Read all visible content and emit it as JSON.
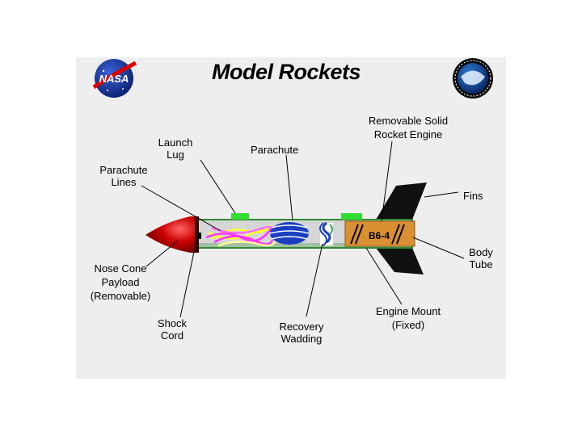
{
  "title": "Model Rockets",
  "logos": {
    "left": "NASA",
    "right": "emblem"
  },
  "engine_code": "B6-4",
  "labels": {
    "launch_lug": [
      "Launch",
      "Lug"
    ],
    "parachute": "Parachute",
    "removable_engine": [
      "Removable Solid",
      "Rocket Engine"
    ],
    "parachute_lines": [
      "Parachute",
      "Lines"
    ],
    "fins": "Fins",
    "body_tube": [
      "Body",
      "Tube"
    ],
    "nose_cone": [
      "Nose Cone",
      "Payload",
      "(Removable)"
    ],
    "shock_cord": [
      "Shock",
      "Cord"
    ],
    "recovery_wadding": [
      "Recovery",
      "Wadding"
    ],
    "engine_mount": [
      "Engine Mount",
      "(Fixed)"
    ]
  },
  "colors": {
    "background": "#eeeeee",
    "nose_cone": "#cc0000",
    "body_tube_outline": "#2e8b2e",
    "launch_lug": "#33dd33",
    "engine": "#d99033",
    "fins": "#111111",
    "parachute": "#1a3fbf",
    "lines_yellow": "#ffff33",
    "lines_magenta": "#ff33ff"
  }
}
